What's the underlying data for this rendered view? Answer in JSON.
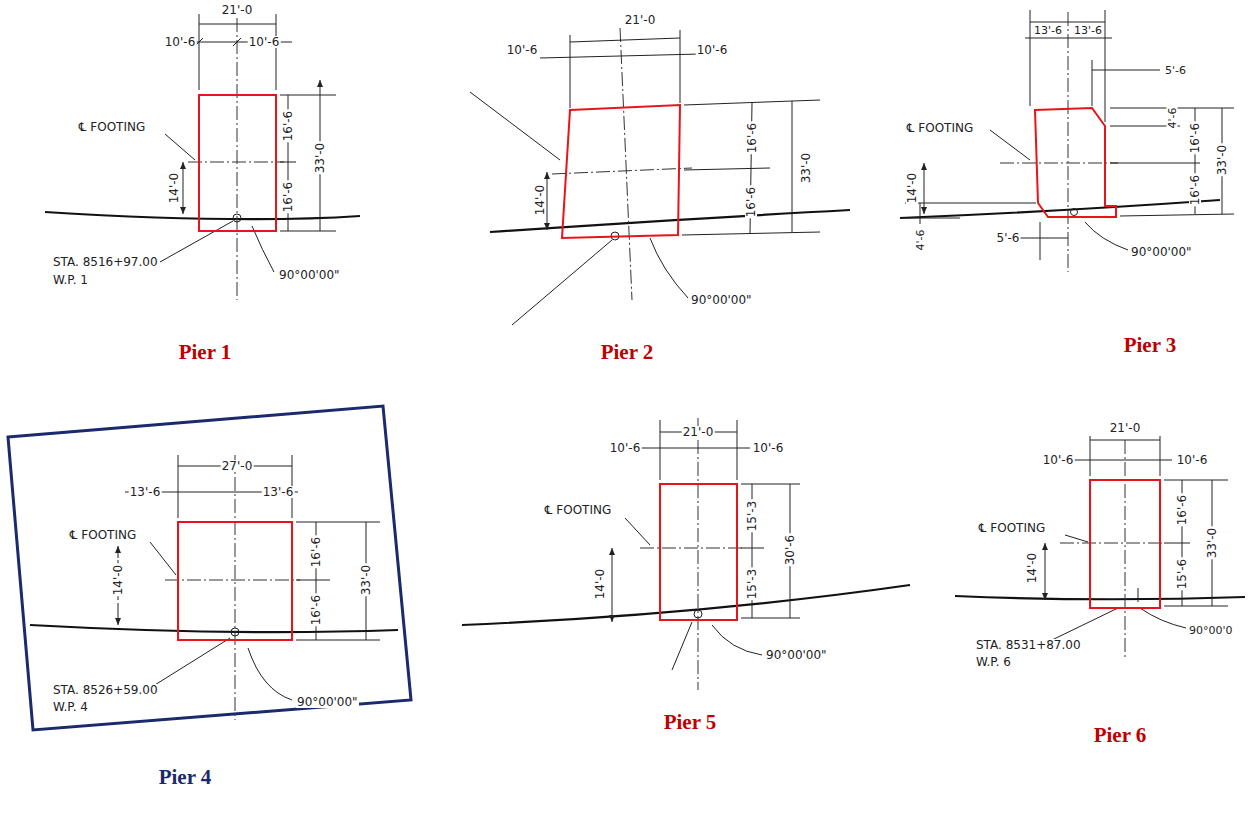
{
  "diagram": {
    "labels": [
      "21'-0",
      "10'-6",
      "10'-6",
      "℄ FOOTING",
      "16'-6",
      "16'-6",
      "33'-0",
      "14'-0",
      "STA. 8516+97.00",
      "W.P. 1",
      "90°00'00\"",
      "Pier 1",
      "21'-0",
      "10'-6",
      "10'-6",
      "16'-6",
      "16'-6",
      "33'-0",
      "14'-0",
      "90°00'00\"",
      "Pier 2",
      "13'-6",
      "13'-6",
      "5'-6",
      "℄ FOOTING",
      "4'-6",
      "16'-6",
      "16'-6",
      "33'-0",
      "14'-0",
      "4'-6",
      "5'-6",
      "90°00'00\"",
      "Pier 3",
      "27'-0",
      "13'-6",
      "13'-6",
      "℄ FOOTING",
      "14'-0",
      "16'-6",
      "16'-6",
      "33'-0",
      "STA. 8526+59.00",
      "W.P. 4",
      "90°00'00\"",
      "Pier 4",
      "21'-0",
      "10'-6",
      "10'-6",
      "℄ FOOTING",
      "15'-3",
      "15'-3",
      "30'-6",
      "14'-0",
      "90°00'00\"",
      "Pier 5",
      "21'-0",
      "10'-6",
      "10'-6",
      "℄ FOOTING",
      "14'-0",
      "16'-6",
      "15'-6",
      "33'-0",
      "STA. 8531+87.00",
      "W.P. 6",
      "90°00'0",
      "Pier 6"
    ]
  }
}
